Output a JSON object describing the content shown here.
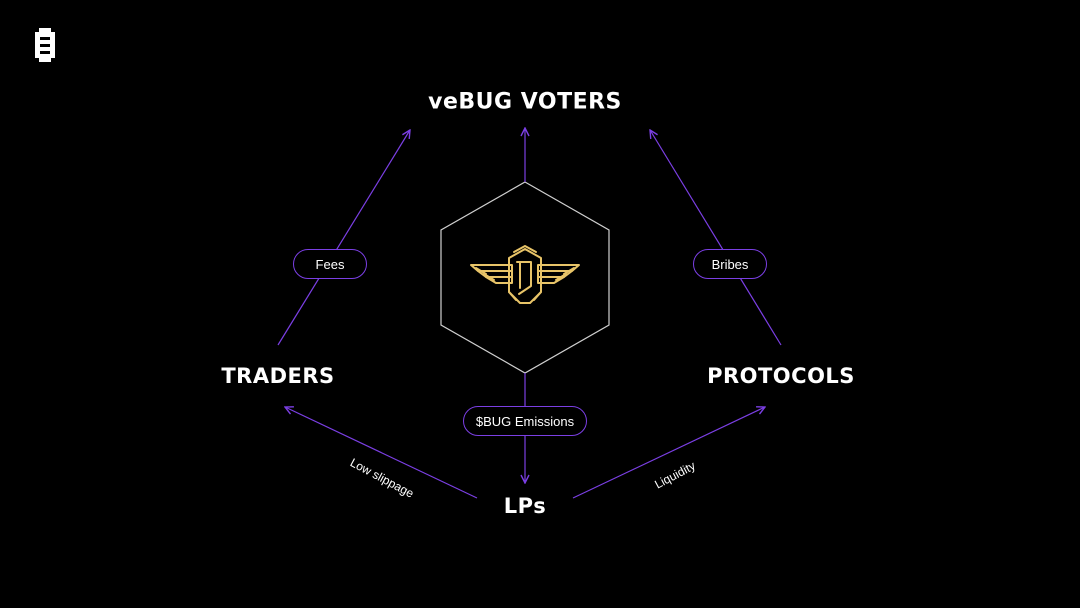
{
  "nodes": {
    "voters": "veBUG VOTERS",
    "traders": "TRADERS",
    "protocols": "PROTOCOLS",
    "lps": "LPs"
  },
  "flows": {
    "fees": "Fees",
    "bribes": "Bribes",
    "emissions": "$BUG Emissions",
    "low_slippage": "Low slippage",
    "liquidity": "Liquidity"
  },
  "icons": {
    "brand": "brand-logo-icon",
    "center": "winged-bug-emblem-icon"
  },
  "colors": {
    "background": "#000000",
    "text": "#ffffff",
    "accent": "#7b3fe4",
    "emblem": "#e8c468",
    "hexagon": "#d0d0d0"
  }
}
